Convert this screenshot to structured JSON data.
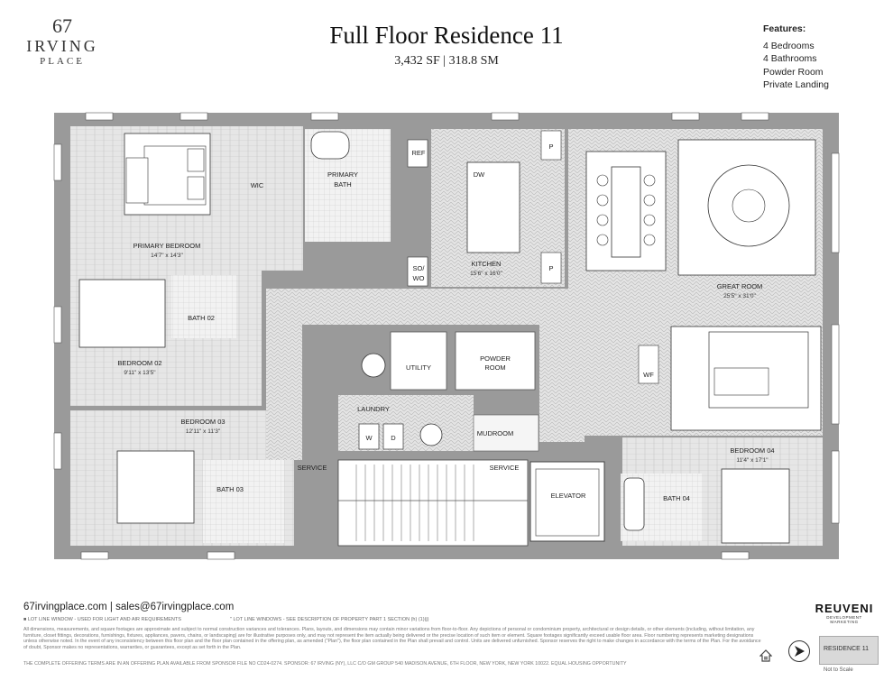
{
  "brand": {
    "number": "67",
    "name": "IRVING",
    "place": "PLACE"
  },
  "header": {
    "title": "Full Floor Residence 11",
    "subtitle": "3,432 SF | 318.8 SM"
  },
  "features": {
    "heading": "Features:",
    "items": [
      "4 Bedrooms",
      "4 Bathrooms",
      "Powder Room",
      "Private Landing"
    ]
  },
  "rooms": {
    "primary_bedroom": {
      "name": "PRIMARY BEDROOM",
      "dim": "14'7\" x 14'3\""
    },
    "wic": "WIC",
    "primary_bath": {
      "line1": "PRIMARY",
      "line2": "BATH"
    },
    "ref": "REF",
    "dw": "DW",
    "kitchen": {
      "name": "KITCHEN",
      "dim": "15'6\" x 16'0\""
    },
    "p": "P",
    "so_wo": {
      "line1": "SO/",
      "line2": "WO"
    },
    "great_room": {
      "name": "GREAT ROOM",
      "dim": "25'5\" x 31'0\""
    },
    "bath_02": "BATH 02",
    "bedroom_02": {
      "name": "BEDROOM 02",
      "dim": "9'11\" x 13'5\""
    },
    "utility": "UTILITY",
    "powder_room": {
      "line1": "POWDER",
      "line2": "ROOM"
    },
    "wf": "WF",
    "laundry": "LAUNDRY",
    "w": "W",
    "d": "D",
    "mudroom": "MUDROOM",
    "bedroom_03": {
      "name": "BEDROOM 03",
      "dim": "12'11\" x 11'3\""
    },
    "service_left": "SERVICE",
    "service_right": "SERVICE",
    "elevator": "ELEVATOR",
    "bath_03": "BATH 03",
    "bath_04": "BATH 04",
    "bedroom_04": {
      "name": "BEDROOM 04",
      "dim": "11'4\" x 17'1\""
    }
  },
  "footer": {
    "contact": "67irvingplace.com  |  sales@67irvingplace.com",
    "lot_note": "■ LOT LINE WINDOW - USED FOR LIGHT AND AIR REQUIREMENTS",
    "lot_note2": "\" LOT LINE WINDOWS - SEE DESCRIPTION OF PROPERTY PART 1 SECTION (h) (1)(j)",
    "legal": "All dimensions, measurements, and square footages are approximate and subject to normal construction variances and tolerances. Plans, layouts, and dimensions may contain minor variations from floor-to-floor. Any depictions of personal or condominium property, architectural or design details, or other elements (including, without limitation, any furniture, closet fittings, decorations, furnishings, fixtures, appliances, pavers, chains, or landscaping) are for illustrative purposes only, and may not represent the item actually being delivered or the precise location of such item or element. Square footages significantly exceed usable floor area. Floor numbering represents marketing designations unless otherwise noted. In the event of any inconsistency between this floor plan and the floor plan contained in the offering plan, as amended (\"Plan\"), the floor plan contained in the Plan shall prevail and control. Units are delivered unfurnished. Sponsor reserves the right to make changes in accordance with the terms of the Plan. For the avoidance of doubt, Sponsor makes no representations, warranties, or guarantees, except as set forth in the Plan.",
    "offering": "THE COMPLETE OFFERING TERMS ARE IN AN OFFERING PLAN AVAILABLE FROM SPONSOR FILE NO CD24-0274. SPONSOR: 67 IRVING (NY), LLC C/O GM GROUP 540 MADISON AVENUE, 6TH FLOOR, NEW YORK, NEW YORK 10022. EQUAL HOUSING OPPORTUNITY",
    "developer": "REUVENI",
    "developer_sub": "DEVELOPMENT MARKETING",
    "keyplan_label": "RESIDENCE 11",
    "scale_note": "Not to Scale"
  },
  "colors": {
    "wall": "#9a9a9a",
    "floor": "#e2e2e2",
    "white": "#ffffff",
    "line": "#444444"
  }
}
